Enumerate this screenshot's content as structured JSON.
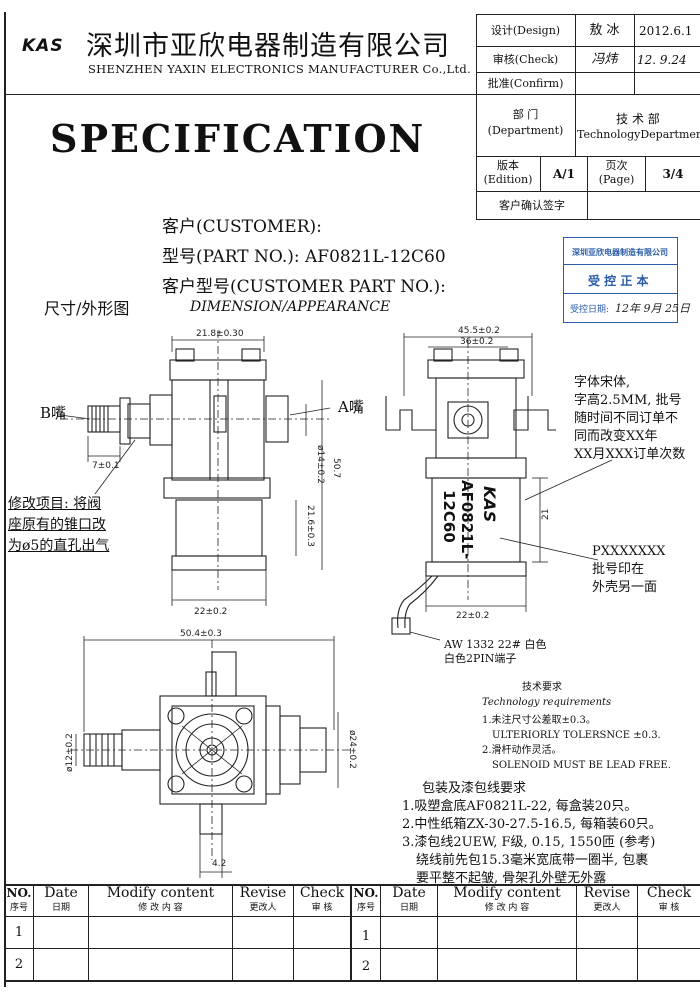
{
  "header": {
    "logo": "KAS",
    "company_cn": "深圳市亚欣电器制造有限公司",
    "company_en": "SHENZHEN YAXIN ELECTRONICS MANUFACTURER Co.,Ltd.",
    "title": "SPECIFICATION"
  },
  "approval": {
    "design_label": "设计(Design)",
    "design_name": "敖 冰",
    "design_date": "2012.6.1",
    "check_label": "审核(Check)",
    "check_name": "冯炜",
    "check_date": "12. 9.24",
    "confirm_label": "批准(Confirm)",
    "dept_label_cn": "部 门",
    "dept_label_en": "(Department)",
    "dept_value_cn": "技 术 部",
    "dept_value_en": "TechnologyDepartment",
    "edition_label_cn": "版本",
    "edition_label_en": "(Edition)",
    "edition_value": "A/1",
    "page_label_cn": "页次",
    "page_label_en": "(Page)",
    "page_value": "3/4",
    "customer_confirm": "客户确认签字"
  },
  "info": {
    "customer": "客户(CUSTOMER):",
    "part_no": "型号(PART NO.): AF0821L-12C60",
    "customer_part": "客户型号(CUSTOMER PART NO.):",
    "dimension_cn": "尺寸/外形图",
    "dimension_en": "DIMENSION/APPEARANCE"
  },
  "stamp": {
    "company": "深圳亚欣电器制造有限公司",
    "text": "受 控 正 本",
    "date_label": "受控日期:",
    "date_value": "12年 9月 25日"
  },
  "drawing": {
    "dim_21_8": "21.8±0.30",
    "dim_45_5": "45.5±0.2",
    "dim_36": "36±0.2",
    "port_b": "B嘴",
    "port_a": "A嘴",
    "dim_7": "7±0.1",
    "dim_phi14": "ø14±0.2",
    "dim_50_7": "50.7",
    "dim_21_6": "21.6±0.3",
    "dim_22a": "22±0.2",
    "dim_22b": "22±0.2",
    "dim_21": "21",
    "body_mark_logo": "KAS",
    "body_mark_model": "AF0821L-",
    "body_mark_model2": "12C60",
    "dim_50_4": "50.4±0.3",
    "dim_phi12": "ø12±0.2",
    "dim_phi24": "ø24±0.2",
    "dim_4_2": "4.2",
    "wire_note_1": "AW 1332 22# 白色",
    "wire_note_2": "白色2PIN端子"
  },
  "notes": {
    "font_note": [
      "字体宋体,",
      "字高2.5MM, 批号",
      "随时间不同订单不",
      "同而改变XX年",
      "XX月XXX订单次数"
    ],
    "batch_note": [
      "PXXXXXXX",
      "批号印在",
      "外壳另一面"
    ],
    "modify_note": [
      "修改项目: 将阀",
      "座原有的锥口改",
      "为ø5的直孔出气"
    ]
  },
  "tech": {
    "title_cn": "技术要求",
    "title_en": "Technology requirements",
    "items": [
      "1.未注尺寸公差取±0.3。",
      "ULTERIORLY TOLERSNCE ±0.3.",
      "2.滑杆动作灵活。",
      "SOLENOID MUST BE LEAD FREE."
    ]
  },
  "packaging": {
    "title": "包装及漆包线要求",
    "items": [
      "1.吸塑盒底AF0821L-22, 每盒装20只。",
      "2.中性纸箱ZX-30-27.5-16.5, 每箱装60只。",
      "3.漆包线2UEW, F级, 0.15, 1550匝 (参考)",
      "绕线前先包15.3毫米宽底带一圈半, 包裹",
      "要平整不起皱, 骨架孔外壁无外露"
    ]
  },
  "revision_table": {
    "headers": [
      {
        "en": "NO.",
        "cn": "序号"
      },
      {
        "en": "Date",
        "cn": "日期"
      },
      {
        "en": "Modify content",
        "cn": "修 改 内 容"
      },
      {
        "en": "Revise",
        "cn": "更改人"
      },
      {
        "en": "Check",
        "cn": "审 核"
      },
      {
        "en": "NO.",
        "cn": "序号"
      },
      {
        "en": "Date",
        "cn": "日期"
      },
      {
        "en": "Modify content",
        "cn": "修 改 内 容"
      },
      {
        "en": "Revise",
        "cn": "更改人"
      },
      {
        "en": "Check",
        "cn": "审 核"
      }
    ],
    "rows": [
      "1",
      "2"
    ]
  }
}
